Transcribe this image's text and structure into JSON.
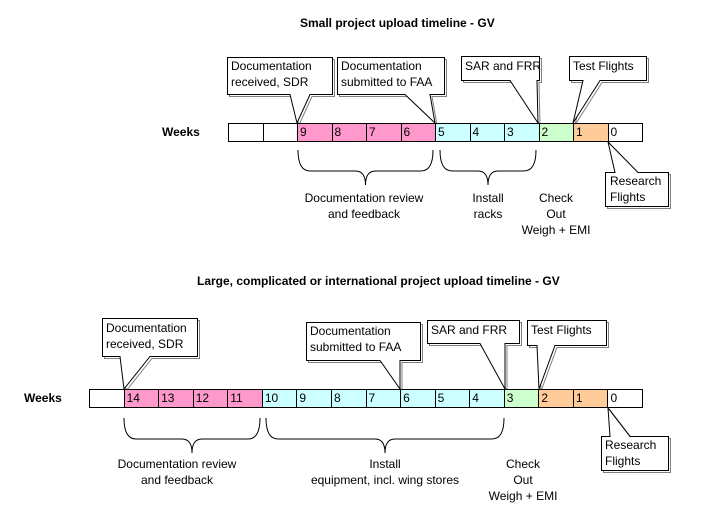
{
  "colors": {
    "review": "#ff99cc",
    "install": "#ccffff",
    "checkout": "#ccffcc",
    "flights": "#ffcc99",
    "empty": "#ffffff"
  },
  "small": {
    "title": "Small project upload timeline - GV",
    "weeks_label": "Weeks",
    "cells": [
      {
        "label": "",
        "phase": "empty"
      },
      {
        "label": "",
        "phase": "empty"
      },
      {
        "label": "9",
        "phase": "review"
      },
      {
        "label": "8",
        "phase": "review"
      },
      {
        "label": "7",
        "phase": "review"
      },
      {
        "label": "6",
        "phase": "review"
      },
      {
        "label": "5",
        "phase": "install"
      },
      {
        "label": "4",
        "phase": "install"
      },
      {
        "label": "3",
        "phase": "install"
      },
      {
        "label": "2",
        "phase": "checkout"
      },
      {
        "label": "1",
        "phase": "flights"
      },
      {
        "label": "0",
        "phase": "empty"
      }
    ],
    "callouts": [
      {
        "lines": [
          "Documentation",
          "received, SDR"
        ],
        "week": "9"
      },
      {
        "lines": [
          "Documentation",
          "submitted to FAA"
        ],
        "week": "5"
      },
      {
        "lines": [
          "SAR and FRR"
        ],
        "week": "2"
      },
      {
        "lines": [
          "Test Flights"
        ],
        "week": "1"
      },
      {
        "lines": [
          "Research",
          "Flights"
        ],
        "week": "0"
      }
    ],
    "phases": [
      {
        "lines": [
          "Documentation review",
          "and feedback"
        ]
      },
      {
        "lines": [
          "Install",
          "racks"
        ]
      },
      {
        "lines": [
          "Check",
          "Out",
          "Weigh + EMI"
        ]
      }
    ]
  },
  "large": {
    "title": "Large, complicated or international project upload timeline - GV",
    "weeks_label": "Weeks",
    "cells": [
      {
        "label": "",
        "phase": "empty"
      },
      {
        "label": "14",
        "phase": "review"
      },
      {
        "label": "13",
        "phase": "review"
      },
      {
        "label": "12",
        "phase": "review"
      },
      {
        "label": "11",
        "phase": "review"
      },
      {
        "label": "10",
        "phase": "install"
      },
      {
        "label": "9",
        "phase": "install"
      },
      {
        "label": "8",
        "phase": "install"
      },
      {
        "label": "7",
        "phase": "install"
      },
      {
        "label": "6",
        "phase": "install"
      },
      {
        "label": "5",
        "phase": "install"
      },
      {
        "label": "4",
        "phase": "install"
      },
      {
        "label": "3",
        "phase": "checkout"
      },
      {
        "label": "2",
        "phase": "flights"
      },
      {
        "label": "1",
        "phase": "flights"
      },
      {
        "label": "0",
        "phase": "empty"
      }
    ],
    "callouts": [
      {
        "lines": [
          "Documentation",
          "received, SDR"
        ],
        "week": "14"
      },
      {
        "lines": [
          "Documentation",
          "submitted to FAA"
        ],
        "week": "6"
      },
      {
        "lines": [
          "SAR and FRR"
        ],
        "week": "3"
      },
      {
        "lines": [
          "Test Flights"
        ],
        "week": "2"
      },
      {
        "lines": [
          "Research",
          "Flights"
        ],
        "week": "0"
      }
    ],
    "phases": [
      {
        "lines": [
          "Documentation review",
          "and feedback"
        ]
      },
      {
        "lines": [
          "Install",
          "equipment, incl. wing stores"
        ]
      },
      {
        "lines": [
          "Check",
          "Out",
          "Weigh + EMI"
        ]
      }
    ]
  }
}
